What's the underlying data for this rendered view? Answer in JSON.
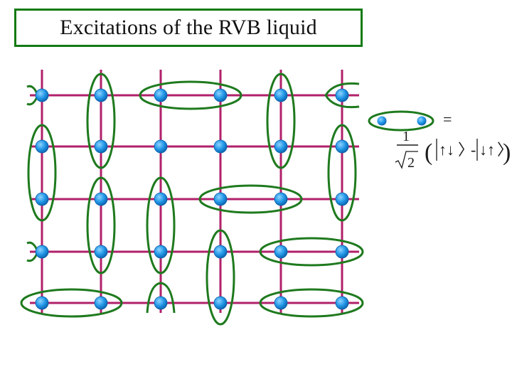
{
  "slide": {
    "title": "Excitations of the RVB liquid"
  },
  "legend": {
    "equals": "=",
    "coefficient_numerator": "1",
    "coefficient_radicand": "2",
    "state_up_down": "↑↓",
    "minus": "-",
    "state_down_up": "↓↑"
  },
  "colors": {
    "lattice_bond": "#b0206a",
    "valence_bond_loop": "#1e7a1e",
    "title_border": "#137a13",
    "spin_site_fill": "#2196e6",
    "spin_site_edge": "#0b5fa8"
  }
}
